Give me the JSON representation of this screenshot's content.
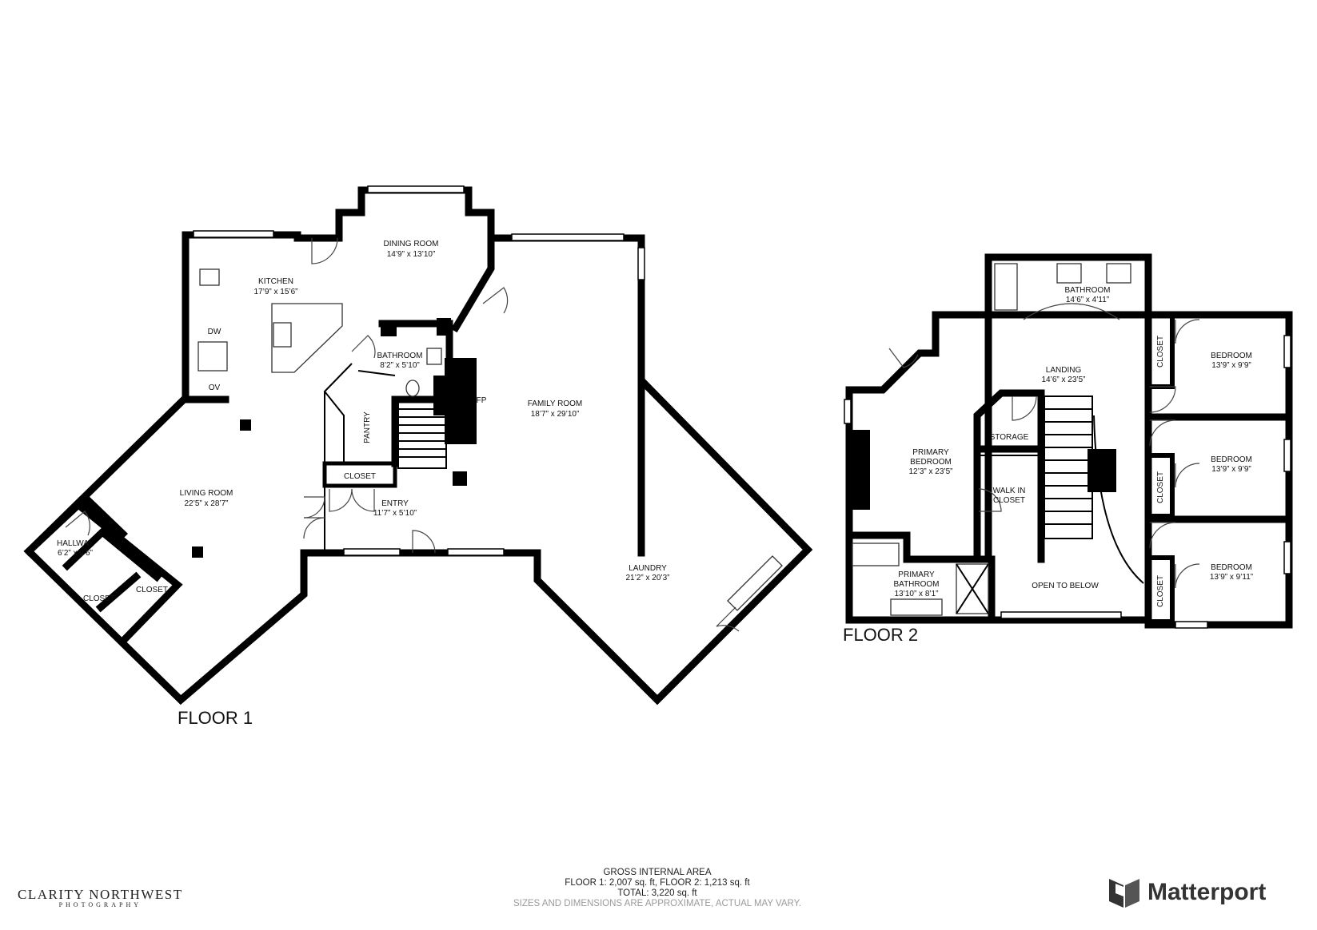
{
  "floors": [
    {
      "label": "FLOOR 1"
    },
    {
      "label": "FLOOR 2"
    }
  ],
  "rooms_floor1": {
    "dining": {
      "name": "DINING ROOM",
      "dims": "14’9” x 13’10”"
    },
    "kitchen": {
      "name": "KITCHEN",
      "dims": "17’9” x 15’6”"
    },
    "dw": "DW",
    "ov": "OV",
    "bathroom": {
      "name": "BATHROOM",
      "dims": "8’2” x 5’10”"
    },
    "pantry": "PANTRY",
    "fp": "FP",
    "family": {
      "name": "FAMILY ROOM",
      "dims": "18’7” x 29’10”"
    },
    "living": {
      "name": "LIVING ROOM",
      "dims": "22’5” x 28’7”"
    },
    "closet_entry": "CLOSET",
    "entry": {
      "name": "ENTRY",
      "dims": "11’7” x 5’10”"
    },
    "hallway": {
      "name": "HALLWAY",
      "dims": "6’2” x 9’6”"
    },
    "closet_a": "CLOSET",
    "closet_b": "CLOSET",
    "laundry": {
      "name": "LAUNDRY",
      "dims": "21’2” x 20’3”"
    }
  },
  "rooms_floor2": {
    "bathroom": {
      "name": "BATHROOM",
      "dims": "14’6” x 4’11”"
    },
    "landing": {
      "name": "LANDING",
      "dims": "14’6” x 23’5”"
    },
    "storage": "STORAGE",
    "primary_bedroom": {
      "name1": "PRIMARY",
      "name2": "BEDROOM",
      "dims": "12’3” x 23’5”"
    },
    "walkin": {
      "name1": "WALK IN",
      "name2": "CLOSET"
    },
    "primary_bath": {
      "name1": "PRIMARY",
      "name2": "BATHROOM",
      "dims": "13’10” x 8’1”"
    },
    "open_below": "OPEN TO BELOW",
    "bedroom1": {
      "name": "BEDROOM",
      "dims": "13’9” x 9’9”"
    },
    "bedroom2": {
      "name": "BEDROOM",
      "dims": "13’9” x 9’9”"
    },
    "bedroom3": {
      "name": "BEDROOM",
      "dims": "13’9” x 9’11”"
    },
    "closet1": "CLOSET",
    "closet2": "CLOSET",
    "closet3": "CLOSET"
  },
  "footer": {
    "title": "GROSS INTERNAL AREA",
    "line1": "FLOOR 1: 2,007 sq. ft, FLOOR 2: 1,213 sq. ft",
    "line2": "TOTAL: 3,220 sq. ft",
    "note": "SIZES AND DIMENSIONS ARE APPROXIMATE, ACTUAL MAY VARY."
  },
  "branding": {
    "photographer_line1": "CLARITY NORTHWEST",
    "photographer_line2": "PHOTOGRAPHY",
    "logo_text": "Matterport",
    "logo_icon": "matterport-logo-icon"
  }
}
